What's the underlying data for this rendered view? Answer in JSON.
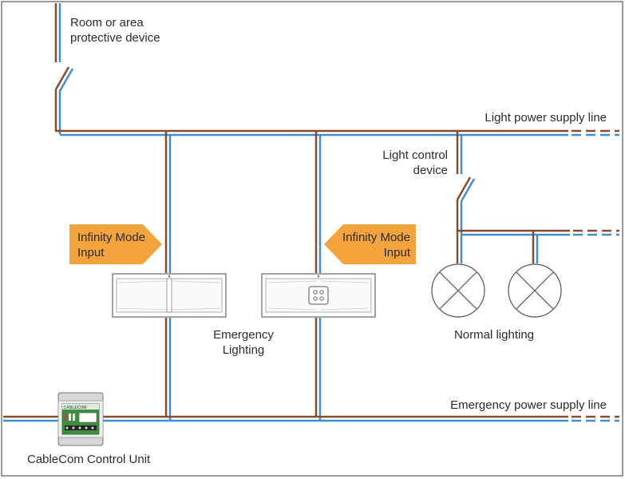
{
  "labels": {
    "protective_device_1": "Room or area",
    "protective_device_2": "protective device",
    "light_supply_line": "Light power supply line",
    "light_control_1": "Light control",
    "light_control_2": "device",
    "infinity_left_1": "Infinity Mode",
    "infinity_left_2": "Input",
    "infinity_right_1": "Infinity Mode",
    "infinity_right_2": "Input",
    "emergency_lighting_1": "Emergency",
    "emergency_lighting_2": "Lighting",
    "normal_lighting": "Normal lighting",
    "emergency_supply_line": "Emergency power supply line",
    "control_unit": "CableCom Control Unit",
    "unit_brand": "CABLECOM"
  },
  "colors": {
    "live_wire": "#8b4a2b",
    "neutral_wire": "#3d8fd1",
    "arrow_fill": "#f5a33c",
    "frame": "#555555",
    "unit_green": "#3e8e41"
  }
}
